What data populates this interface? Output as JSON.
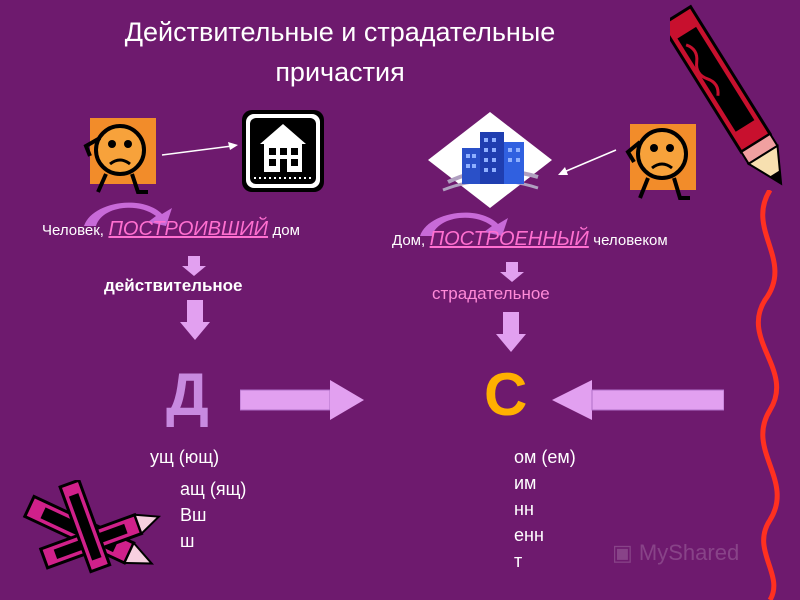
{
  "title_line1": "Действительные и страдательные",
  "title_line2": "причастия",
  "left": {
    "phrase_before": "Человек,",
    "participle": "ПОСТРОИВШИЙ",
    "phrase_after": "дом",
    "type_label": "действительное",
    "letter": "Д",
    "suffixes": [
      "ущ (ющ)",
      "ащ (ящ)",
      "Вш",
      "ш"
    ]
  },
  "right": {
    "phrase_before": "Дом,",
    "participle": "ПОСТРОЕННЫЙ",
    "phrase_after": "человеком",
    "type_label": "страдательное",
    "letter": "С",
    "suffixes": [
      "ом (ем)",
      "им",
      "нн",
      "енн",
      "т"
    ]
  },
  "watermark": "MyShared",
  "colors": {
    "background": "#6e1a6e",
    "arrow": "#e2a0f0",
    "letter_d": "#c88ae0",
    "letter_s": "#ffb000",
    "participle": "#ff6fd0",
    "label_pink": "#ff8ad8"
  }
}
